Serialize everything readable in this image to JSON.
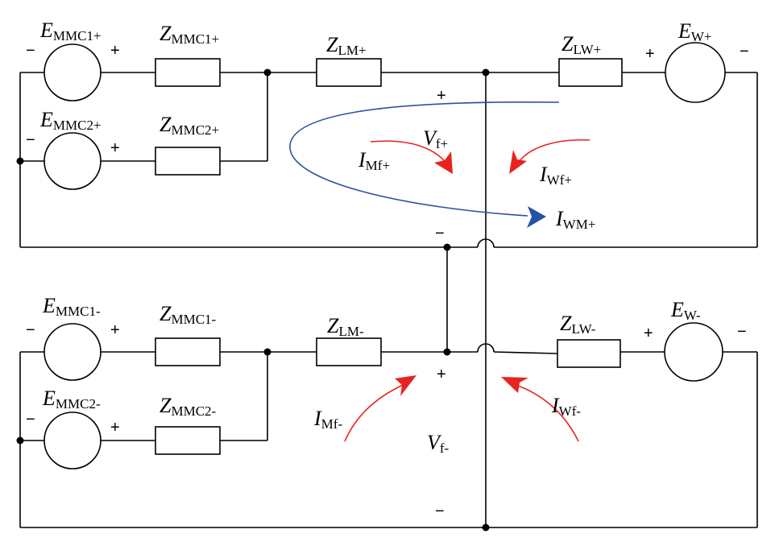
{
  "positive_circuit": {
    "e_mmc1": {
      "main": "E",
      "sub": "MMC1+",
      "minus": "−",
      "plus": "+"
    },
    "z_mmc1": {
      "main": "Z",
      "sub": "MMC1+"
    },
    "e_mmc2": {
      "main": "E",
      "sub": "MMC2+",
      "minus": "−",
      "plus": "+"
    },
    "z_mmc2": {
      "main": "Z",
      "sub": "MMC2+"
    },
    "z_lm": {
      "main": "Z",
      "sub": "LM+"
    },
    "z_lw": {
      "main": "Z",
      "sub": "LW+"
    },
    "e_w": {
      "main": "E",
      "sub": "W+",
      "minus": "−",
      "plus": "+"
    },
    "v_f": {
      "main": "V",
      "sub": "f+",
      "plus": "+",
      "minus": "−"
    },
    "i_mf": {
      "main": "I",
      "sub": "Mf+"
    },
    "i_wf": {
      "main": "I",
      "sub": "Wf+"
    },
    "i_wm": {
      "main": "I",
      "sub": "WM+"
    }
  },
  "negative_circuit": {
    "e_mmc1": {
      "main": "E",
      "sub": "MMC1-",
      "minus": "−",
      "plus": "+"
    },
    "z_mmc1": {
      "main": "Z",
      "sub": "MMC1-"
    },
    "e_mmc2": {
      "main": "E",
      "sub": "MMC2-",
      "minus": "−",
      "plus": "+"
    },
    "z_mmc2": {
      "main": "Z",
      "sub": "MMC2-"
    },
    "z_lm": {
      "main": "Z",
      "sub": "LM-"
    },
    "z_lw": {
      "main": "Z",
      "sub": "LW-"
    },
    "e_w": {
      "main": "E",
      "sub": "W-",
      "minus": "−",
      "plus": "+"
    },
    "v_f": {
      "main": "V",
      "sub": "f-",
      "plus": "+",
      "minus": "−"
    },
    "i_mf": {
      "main": "I",
      "sub": "Mf-"
    },
    "i_wf": {
      "main": "I",
      "sub": "Wf-"
    }
  },
  "colors": {
    "wire": "#000000",
    "fault_current_arrow": "#e8231f",
    "circulating_current_arrow": "#2453a6"
  }
}
